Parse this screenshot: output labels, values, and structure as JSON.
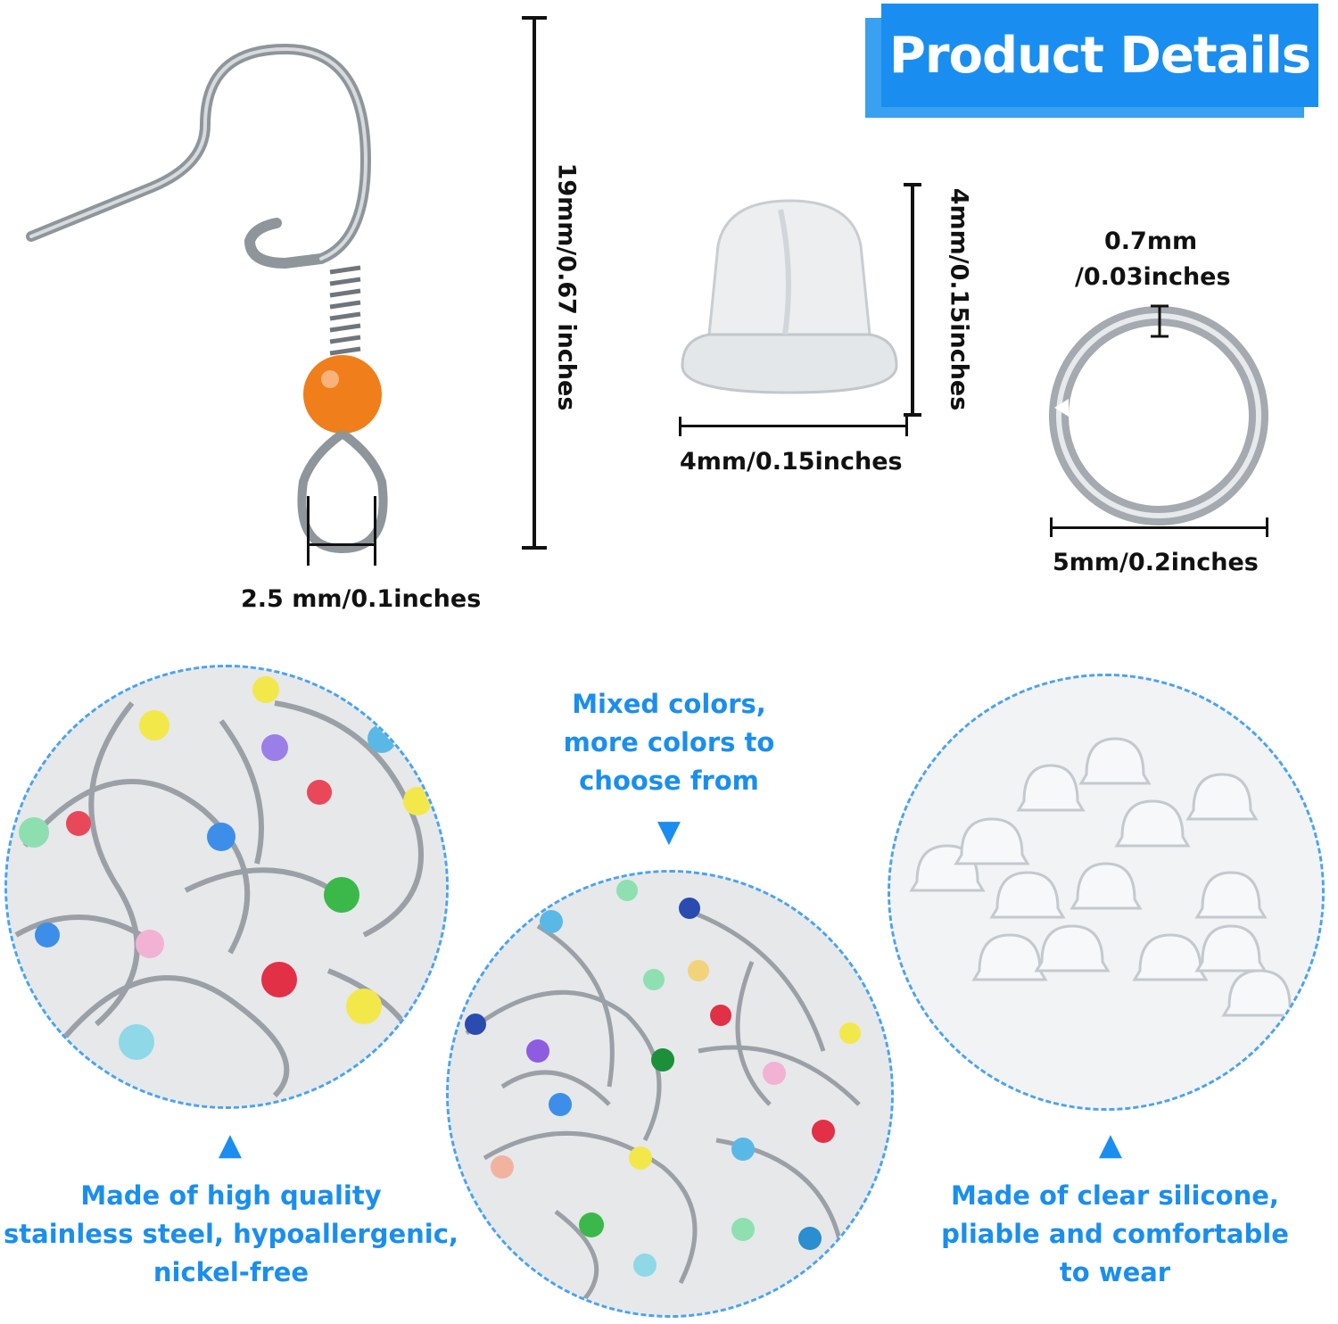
{
  "title": "Product Details",
  "dimensions": {
    "hook_height": "19mm/0.67 inches",
    "hook_loop": "2.5 mm/0.1inches",
    "back_height": "4mm/0.15inches",
    "back_width": "4mm/0.15inches",
    "ring_thickness_line1": "0.7mm",
    "ring_thickness_line2": "/0.03inches",
    "ring_diameter": "5mm/0.2inches"
  },
  "captions": {
    "hooks": [
      "Made of high quality",
      "stainless steel, hypoallergenic,",
      "nickel-free"
    ],
    "colors": [
      "Mixed colors,",
      "more colors to",
      "choose from"
    ],
    "backs": [
      "Made of clear silicone,",
      "pliable and comfortable",
      "to wear"
    ]
  },
  "arrows": {
    "up": "▲",
    "down": "▼"
  },
  "colors": {
    "accent": "#1a8ef0",
    "bead": "#f07e1a",
    "metal": "#9aa0a6",
    "circle_border": "#4aa3ef"
  }
}
